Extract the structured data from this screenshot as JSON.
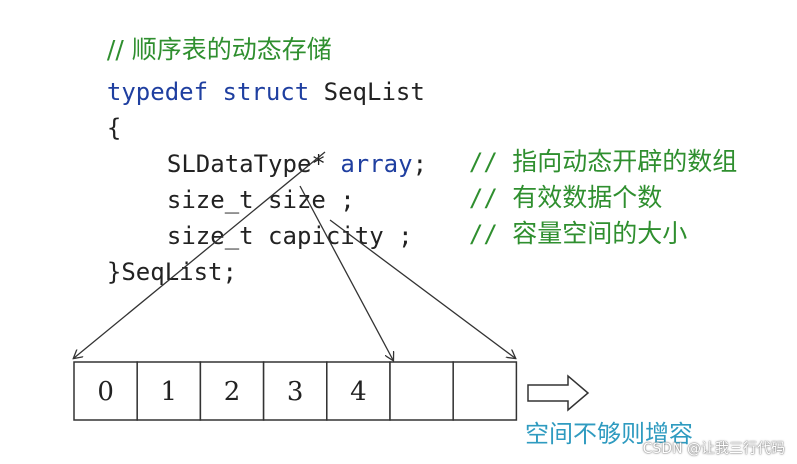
{
  "code": {
    "comment_header": "// 顺序表的动态存储",
    "line_typedef_kw": "typedef struct",
    "line_typedef_name": " SeqList",
    "open_brace": "{",
    "field_array_type": "SLDataType*",
    "field_array_name": "array",
    "field_array_semicolon": ";",
    "field_array_comment_slash": "//",
    "field_array_comment": "指向动态开辟的数组",
    "field_size_decl": "size_t size ;",
    "field_size_comment_slash": "//",
    "field_size_comment": "有效数据个数",
    "field_capacity_decl": "size_t capicity ;",
    "field_capacity_comment_slash": "//",
    "field_capacity_comment": "容量空间的大小",
    "close_line": "}SeqList;"
  },
  "array_cells": [
    "0",
    "1",
    "2",
    "3",
    "4",
    "",
    ""
  ],
  "expand_note": "空间不够则增容",
  "watermark": "CSDN @让我三行代码",
  "colors": {
    "keyword": "#1f3fa0",
    "comment": "#2f8f2f",
    "note": "#2f9bc0",
    "line": "#333333"
  }
}
